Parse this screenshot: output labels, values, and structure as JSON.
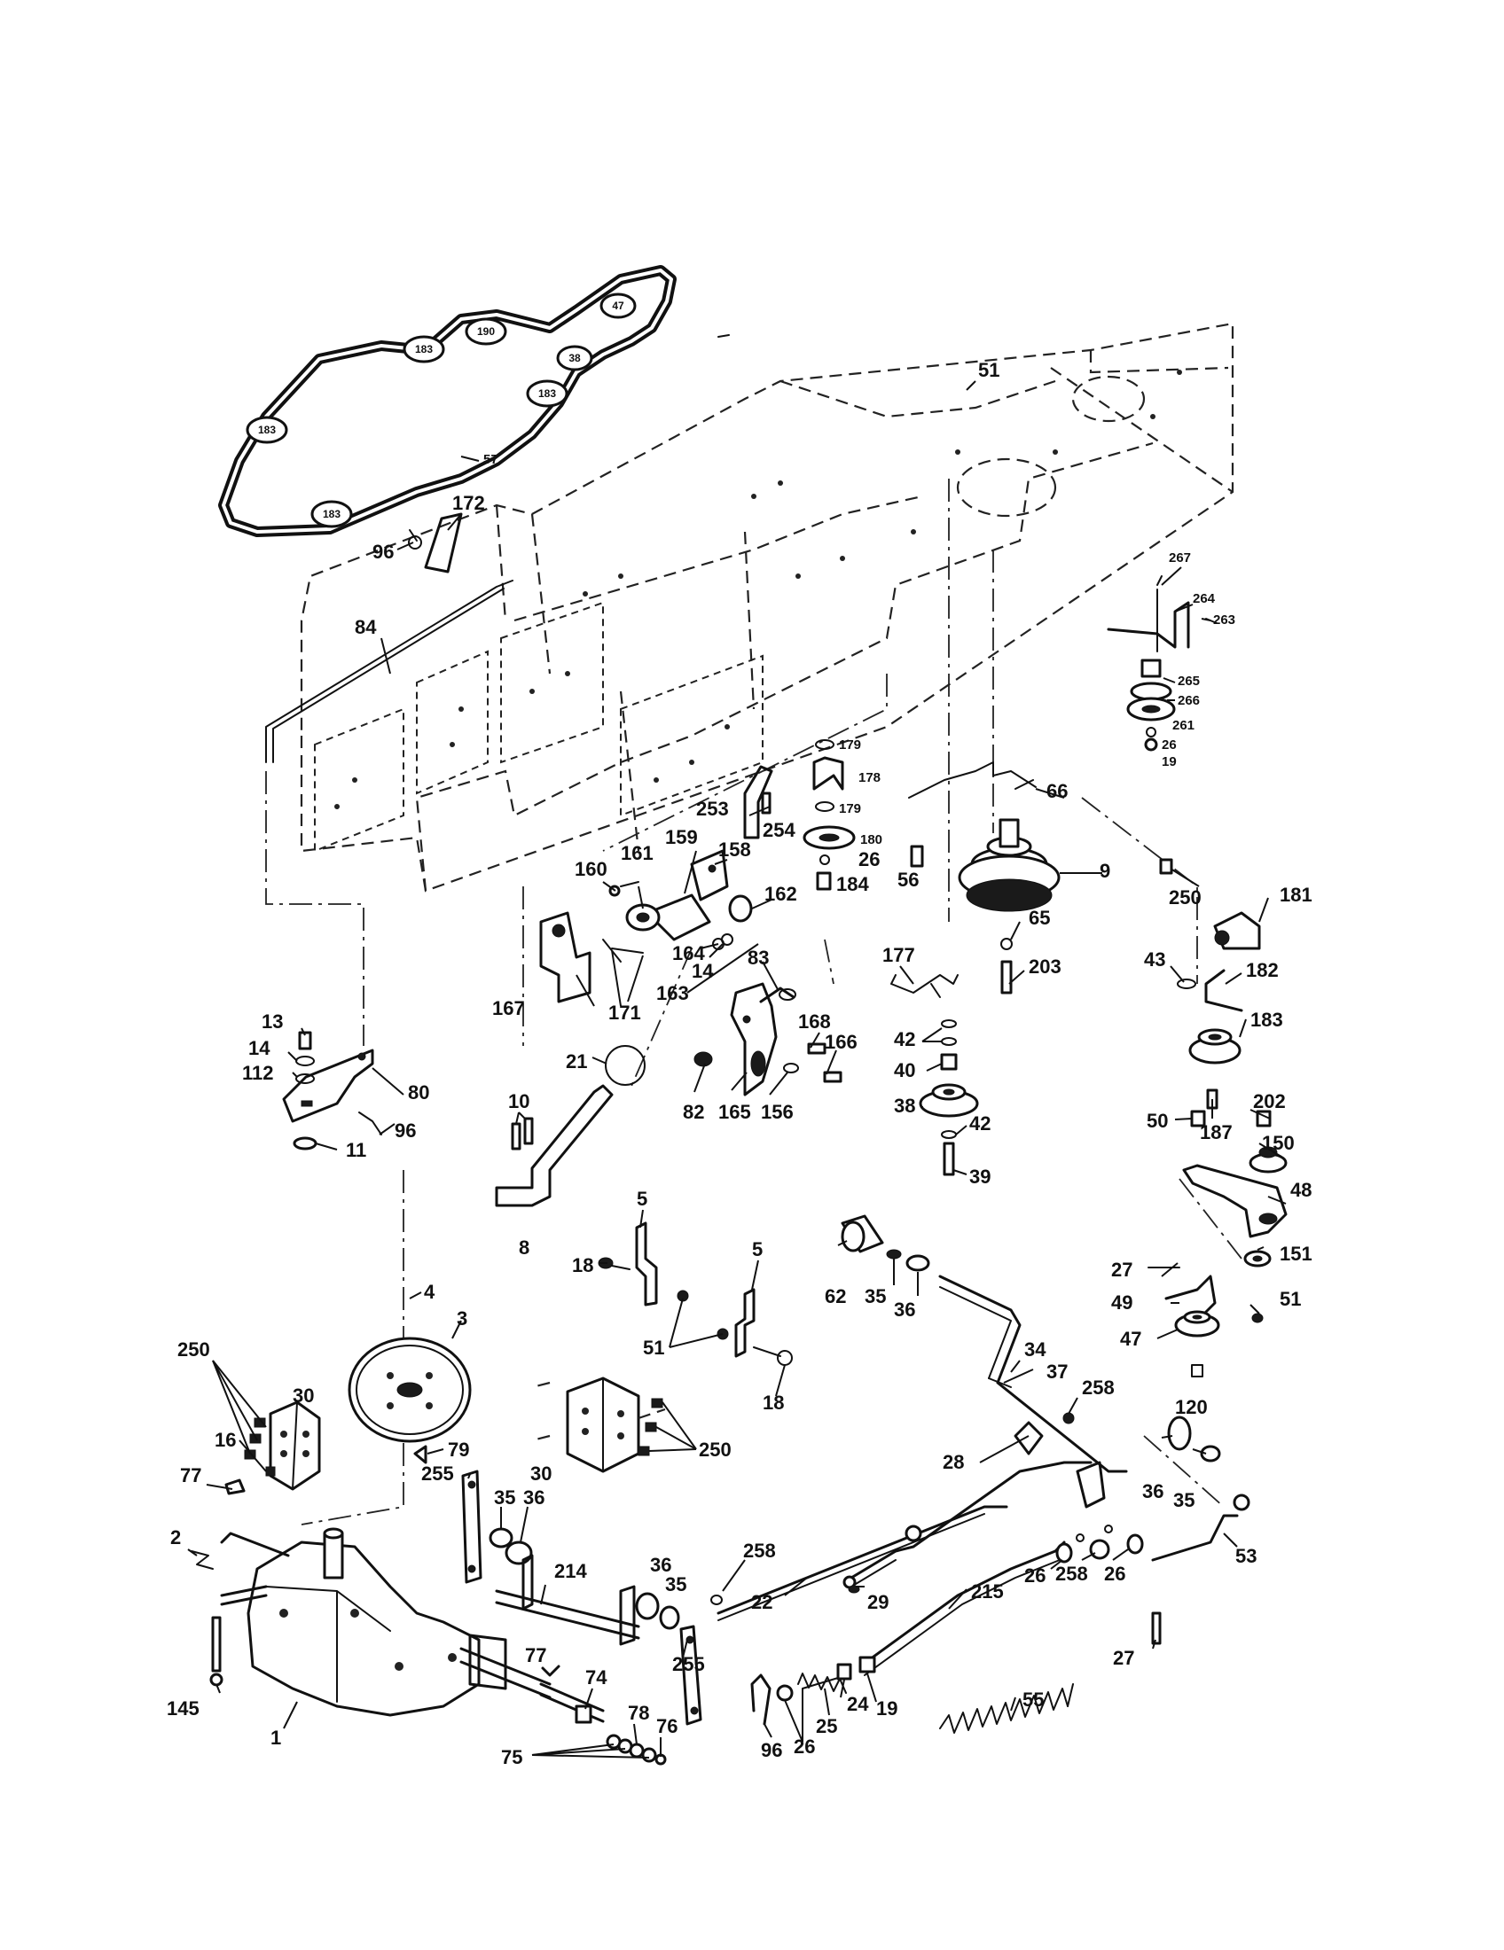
{
  "belt_tags": [
    {
      "id": "tag-183-a",
      "text": "183"
    },
    {
      "id": "tag-190",
      "text": "190"
    },
    {
      "id": "tag-47",
      "text": "47"
    },
    {
      "id": "tag-38",
      "text": "38"
    },
    {
      "id": "tag-183-b",
      "text": "183"
    },
    {
      "id": "tag-183-c",
      "text": "183"
    },
    {
      "id": "tag-183-d",
      "text": "183"
    }
  ],
  "callouts": [
    {
      "text": "57",
      "size": "s"
    },
    {
      "text": "51"
    },
    {
      "text": "172"
    },
    {
      "text": "96"
    },
    {
      "text": "84"
    },
    {
      "text": "267",
      "size": "s"
    },
    {
      "text": "264",
      "size": "s"
    },
    {
      "text": "263",
      "size": "s"
    },
    {
      "text": "265",
      "size": "s"
    },
    {
      "text": "266",
      "size": "s"
    },
    {
      "text": "261",
      "size": "s"
    },
    {
      "text": "26",
      "size": "s"
    },
    {
      "text": "19",
      "size": "s"
    },
    {
      "text": "179",
      "size": "s"
    },
    {
      "text": "178",
      "size": "s"
    },
    {
      "text": "179",
      "size": "s"
    },
    {
      "text": "180",
      "size": "s"
    },
    {
      "text": "26"
    },
    {
      "text": "184"
    },
    {
      "text": "66"
    },
    {
      "text": "56"
    },
    {
      "text": "9"
    },
    {
      "text": "253"
    },
    {
      "text": "254"
    },
    {
      "text": "161"
    },
    {
      "text": "159"
    },
    {
      "text": "158"
    },
    {
      "text": "160"
    },
    {
      "text": "162"
    },
    {
      "text": "250"
    },
    {
      "text": "181"
    },
    {
      "text": "65"
    },
    {
      "text": "203"
    },
    {
      "text": "43"
    },
    {
      "text": "182"
    },
    {
      "text": "183"
    },
    {
      "text": "164"
    },
    {
      "text": "14"
    },
    {
      "text": "83"
    },
    {
      "text": "163"
    },
    {
      "text": "167"
    },
    {
      "text": "171"
    },
    {
      "text": "177"
    },
    {
      "text": "13"
    },
    {
      "text": "14"
    },
    {
      "text": "112"
    },
    {
      "text": "80"
    },
    {
      "text": "96"
    },
    {
      "text": "11"
    },
    {
      "text": "21"
    },
    {
      "text": "168"
    },
    {
      "text": "166"
    },
    {
      "text": "42"
    },
    {
      "text": "40"
    },
    {
      "text": "187"
    },
    {
      "text": "82"
    },
    {
      "text": "165"
    },
    {
      "text": "156"
    },
    {
      "text": "38"
    },
    {
      "text": "42"
    },
    {
      "text": "10"
    },
    {
      "text": "39"
    },
    {
      "text": "50"
    },
    {
      "text": "202"
    },
    {
      "text": "150"
    },
    {
      "text": "48"
    },
    {
      "text": "8"
    },
    {
      "text": "5"
    },
    {
      "text": "5"
    },
    {
      "text": "18"
    },
    {
      "text": "62"
    },
    {
      "text": "35"
    },
    {
      "text": "36"
    },
    {
      "text": "27"
    },
    {
      "text": "151"
    },
    {
      "text": "49"
    },
    {
      "text": "51"
    },
    {
      "text": "4"
    },
    {
      "text": "3"
    },
    {
      "text": "34"
    },
    {
      "text": "47"
    },
    {
      "text": "51"
    },
    {
      "text": "37"
    },
    {
      "text": "250"
    },
    {
      "text": "30"
    },
    {
      "text": "18"
    },
    {
      "text": "120"
    },
    {
      "text": "258"
    },
    {
      "text": "16"
    },
    {
      "text": "79"
    },
    {
      "text": "30"
    },
    {
      "text": "250"
    },
    {
      "text": "36"
    },
    {
      "text": "35"
    },
    {
      "text": "77"
    },
    {
      "text": "255"
    },
    {
      "text": "35"
    },
    {
      "text": "36"
    },
    {
      "text": "28"
    },
    {
      "text": "2"
    },
    {
      "text": "258"
    },
    {
      "text": "214"
    },
    {
      "text": "26"
    },
    {
      "text": "258"
    },
    {
      "text": "26"
    },
    {
      "text": "53"
    },
    {
      "text": "36"
    },
    {
      "text": "35"
    },
    {
      "text": "22"
    },
    {
      "text": "29"
    },
    {
      "text": "215"
    },
    {
      "text": "255"
    },
    {
      "text": "77"
    },
    {
      "text": "27"
    },
    {
      "text": "145"
    },
    {
      "text": "74"
    },
    {
      "text": "78"
    },
    {
      "text": "76"
    },
    {
      "text": "1"
    },
    {
      "text": "25"
    },
    {
      "text": "24"
    },
    {
      "text": "19"
    },
    {
      "text": "55"
    },
    {
      "text": "75"
    },
    {
      "text": "96"
    },
    {
      "text": "26"
    }
  ]
}
